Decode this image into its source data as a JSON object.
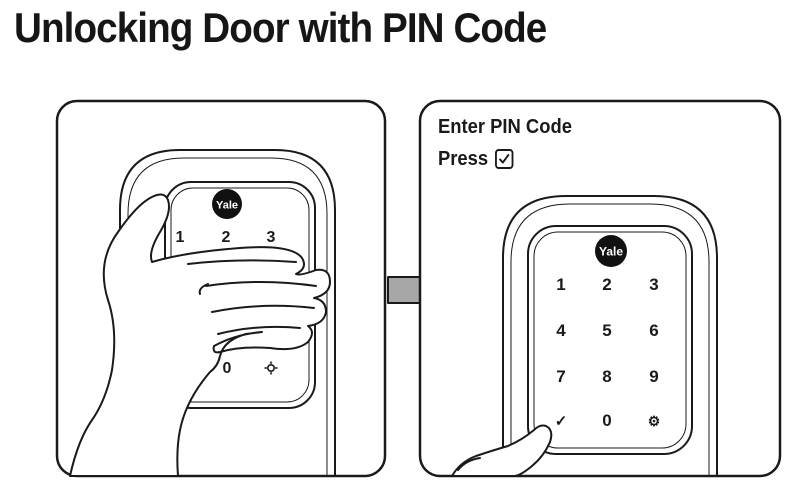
{
  "title": "Unlocking Door with PIN Code",
  "brand": "Yale",
  "left_panel": {
    "keys_visible": [
      "1",
      "2",
      "3"
    ],
    "keys_partial": [
      "0"
    ]
  },
  "right_panel": {
    "heading": "Enter PIN Code",
    "instruction": "Press",
    "instruction_icon": "check-icon",
    "keypad": [
      [
        "1",
        "2",
        "3"
      ],
      [
        "4",
        "5",
        "6"
      ],
      [
        "7",
        "8",
        "9"
      ],
      [
        "✓",
        "0",
        "⚙"
      ]
    ]
  },
  "colors": {
    "line": "#1a1a1a",
    "arrow_fill": "#a7a7a7",
    "background": "#ffffff"
  }
}
